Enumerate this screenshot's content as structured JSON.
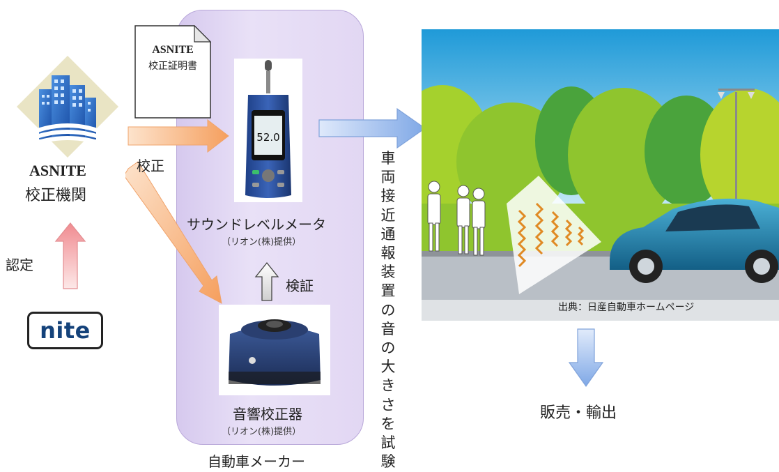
{
  "lab": {
    "name": "ASNITE",
    "subtitle": "校正機関"
  },
  "certificate": {
    "line1": "ASNITE",
    "line2": "校正証明書"
  },
  "labels": {
    "calibration": "校正",
    "accreditation": "認定",
    "verification": "検証",
    "sound_level_meter": "サウンドレベルメータ",
    "rion_credit_1": "（リオン(株)提供）",
    "calibrator": "音響校正器",
    "rion_credit_2": "（リオン(株)提供）",
    "maker": "自動車メーカー",
    "test_text": "車両接近通報装置の音の大きさを試験",
    "scene_source": "出典：日産自動車ホームページ",
    "sales": "販売・輸出"
  },
  "nite_logo": "nite",
  "meter_display": "52.0",
  "colors": {
    "maker_box": "#e2d7f3",
    "orange_arrow": "#f6a86b",
    "blue_arrow": "#8fb4ea",
    "pink_arrow": "#f3a1a6",
    "car": "#1f7fa6"
  }
}
